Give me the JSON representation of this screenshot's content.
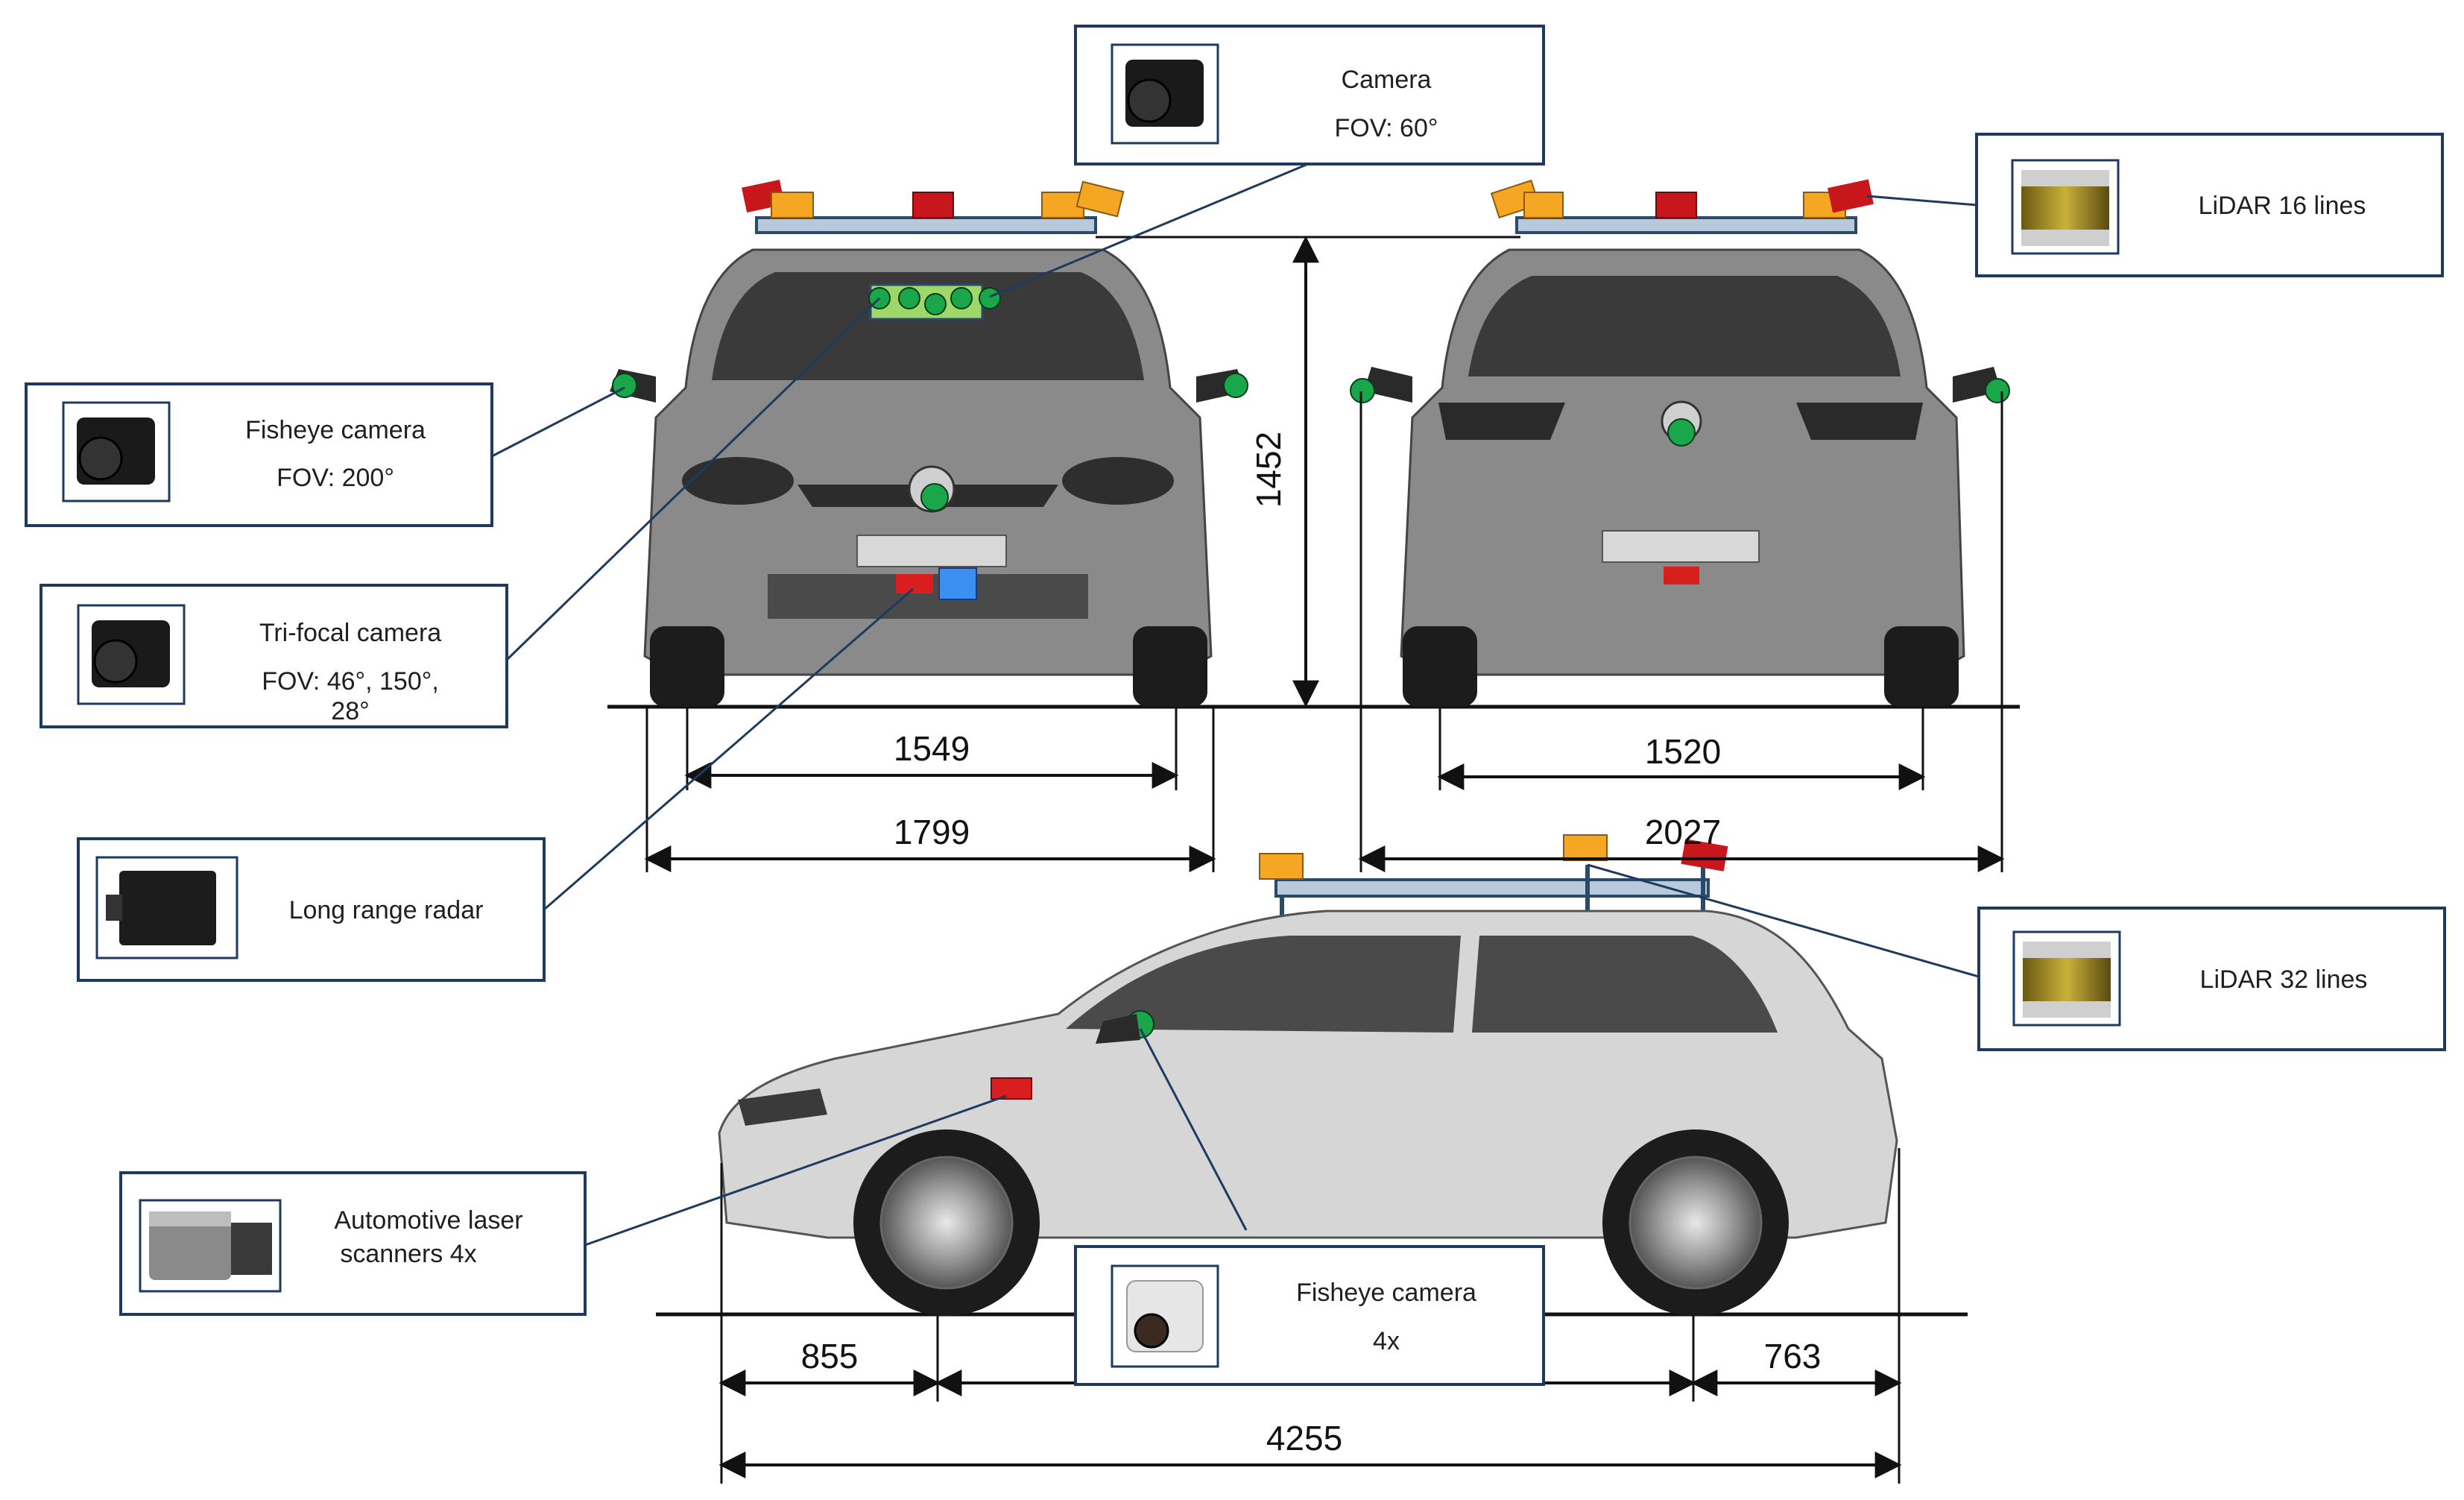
{
  "colors": {
    "callout_border": "#1e3a5f",
    "leader_line": "#1e3a5f",
    "car_body": "#8a8a8a",
    "car_side_body": "#d6d6d6",
    "camera_dot": "#1aa64a",
    "radar_red": "#d81e1e",
    "lidar_orange": "#f5a623",
    "lidar_red": "#c8161d",
    "radar_blue": "#3b8ff0",
    "roof_rack": "#b8c9dc",
    "trifocal_highlight": "#9ed86a"
  },
  "callouts": {
    "camera": {
      "title": "Camera",
      "sub": "FOV: 60°",
      "icon": "camera-icon"
    },
    "lidar16": {
      "title": "LiDAR 16 lines",
      "icon": "lidar-icon"
    },
    "fisheye_top": {
      "title": "Fisheye camera",
      "sub": "FOV: 200°",
      "icon": "camera-icon"
    },
    "trifocal": {
      "title": "Tri-focal camera",
      "sub": "FOV: 46°, 150°,",
      "sub2": "28°",
      "icon": "camera-icon"
    },
    "radar": {
      "title": "Long range radar",
      "icon": "radar-icon"
    },
    "lidar32": {
      "title": "LiDAR 32 lines",
      "icon": "lidar-icon"
    },
    "laser": {
      "title": "Automotive laser",
      "sub": "scanners 4x",
      "icon": "laser-scanner-icon"
    },
    "fisheye_bottom": {
      "title": "Fisheye camera",
      "sub": "4x",
      "icon": "camera-icon"
    }
  },
  "dimensions": {
    "front_track": "1549",
    "front_width": "1799",
    "height": "1452",
    "rear_track": "1520",
    "rear_width": "2027",
    "front_overhang": "855",
    "rear_overhang": "763",
    "length": "4255"
  }
}
